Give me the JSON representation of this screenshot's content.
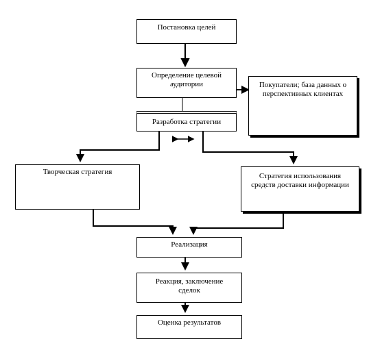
{
  "diagram": {
    "nodes": {
      "goals": "Постановка целей",
      "audience": "Определение целевой\nаудитории",
      "customers": "Покупатели; база данных о\nперспективных клиентах",
      "strategy": "Разработка стратегии",
      "creative": "Творческая стратегия",
      "media": "Стратегия использования\nсредств доставки информации",
      "implementation": "Реализация",
      "reaction": "Реакция, заключение\nсделок",
      "evaluation": "Оценка результатов"
    }
  }
}
